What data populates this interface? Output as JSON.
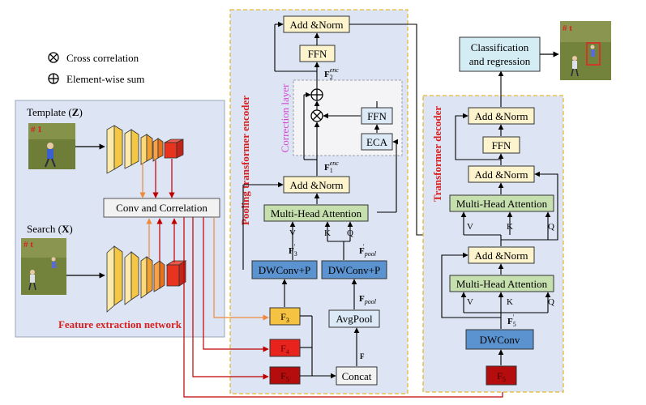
{
  "colors": {
    "panel": "#dde4f3",
    "box_yellow": "#fdf3cc",
    "box_green": "#c6dfae",
    "box_blue": "#5b93d1",
    "box_lightblue": "#dce9f6",
    "box_cyan": "#d4ecf4",
    "f3_fill": "#f5c242",
    "f4_fill": "#e8231e",
    "f5_fill": "#b50d0d",
    "red_line": "#c00000",
    "orange_line": "#ee8a3c",
    "title_red": "#d81f1f",
    "magenta": "#d24cd2",
    "frame_gold": "#e8b830"
  },
  "legend": {
    "cross_correlation": "Cross correlation",
    "element_sum": "Element-wise sum"
  },
  "feature_extraction": {
    "title": "Feature extraction network",
    "template_label": "Template (",
    "template_var": "Z",
    "search_label": "Search (",
    "search_var": "X",
    "frame_tag_template": "# 1",
    "frame_tag_search": "# t",
    "conv_corr": "Conv and Correlation"
  },
  "encoder": {
    "title": "Pooling transformer encoder",
    "correction_title": "Correction layer",
    "add_norm_top": "Add &Norm",
    "ffn_top": "FFN",
    "ffn_corr": "FFN",
    "eca": "ECA",
    "add_norm_mid": "Add &Norm",
    "mha": "Multi-Head Attention",
    "v": "V",
    "k": "K",
    "q": "Q",
    "dwconv_left": "DWConv+P",
    "dwconv_right": "DWConv+P",
    "avgpool": "AvgPool",
    "concat": "Concat",
    "f_main": "F",
    "f_sub_enc": "enc",
    "f_sub_pool": "pool",
    "f_idx_1": "1",
    "f_idx_2": "2",
    "f_idx_3": "3",
    "f_idx_4": "4",
    "f_idx_5": "5",
    "prime": "'"
  },
  "decoder": {
    "title": "Transformer decoder",
    "add_norm_1": "Add &Norm",
    "ffn": "FFN",
    "add_norm_2": "Add &Norm",
    "mha_top": "Multi-Head Attention",
    "add_norm_3": "Add &Norm",
    "mha_bottom": "Multi-Head Attention",
    "v": "V",
    "k": "K",
    "q": "Q",
    "dwconv": "DWConv"
  },
  "output": {
    "line1": "Classification",
    "line2": "and regression",
    "frame_tag": "# t"
  }
}
